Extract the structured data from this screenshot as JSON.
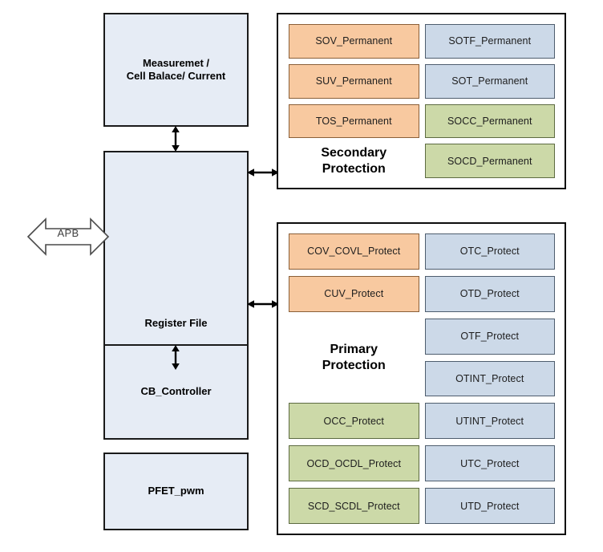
{
  "diagram": {
    "left_column": {
      "blocks": [
        {
          "id": "measure",
          "line1": "Measuremet /",
          "line2": "Cell Balace/ Current"
        },
        {
          "id": "register_file",
          "label": "Register File"
        },
        {
          "id": "cb_controller",
          "label": "CB_Controller"
        },
        {
          "id": "pfet_pwm",
          "label": "PFET_pwm"
        }
      ],
      "bus": {
        "label": "APB"
      }
    },
    "panels": [
      {
        "id": "secondary",
        "title_line1": "Secondary",
        "title_line2": "Protection",
        "rows": [
          {
            "left": {
              "label": "SOV_Permanent",
              "color": "orange"
            },
            "right": {
              "label": "SOTF_Permanent",
              "color": "blue"
            }
          },
          {
            "left": {
              "label": "SUV_Permanent",
              "color": "orange"
            },
            "right": {
              "label": "SOT_Permanent",
              "color": "blue"
            }
          },
          {
            "left": {
              "label": "TOS_Permanent",
              "color": "orange"
            },
            "right": {
              "label": "SOCC_Permanent",
              "color": "green"
            }
          },
          {
            "left": null,
            "right": {
              "label": "SOCD_Permanent",
              "color": "green"
            }
          }
        ]
      },
      {
        "id": "primary",
        "title_line1": "Primary",
        "title_line2": "Protection",
        "rows": [
          {
            "left": {
              "label": "COV_COVL_Protect",
              "color": "orange"
            },
            "right": {
              "label": "OTC_Protect",
              "color": "blue"
            }
          },
          {
            "left": {
              "label": "CUV_Protect",
              "color": "orange"
            },
            "right": {
              "label": "OTD_Protect",
              "color": "blue"
            }
          },
          {
            "left": null,
            "right": {
              "label": "OTF_Protect",
              "color": "blue"
            }
          },
          {
            "left": null,
            "right": {
              "label": "OTINT_Protect",
              "color": "blue"
            }
          },
          {
            "left": {
              "label": "OCC_Protect",
              "color": "green"
            },
            "right": {
              "label": "UTINT_Protect",
              "color": "blue"
            }
          },
          {
            "left": {
              "label": "OCD_OCDL_Protect",
              "color": "green"
            },
            "right": {
              "label": "UTC_Protect",
              "color": "blue"
            }
          },
          {
            "left": {
              "label": "SCD_SCDL_Protect",
              "color": "green"
            },
            "right": {
              "label": "UTD_Protect",
              "color": "blue"
            }
          }
        ]
      }
    ],
    "colors": {
      "block_fill": "#e6ecf5",
      "orange_fill": "#f8c9a0",
      "green_fill": "#ccd9a8",
      "blue_fill": "#ccd9e8",
      "outline": "#1a1a1a"
    }
  }
}
